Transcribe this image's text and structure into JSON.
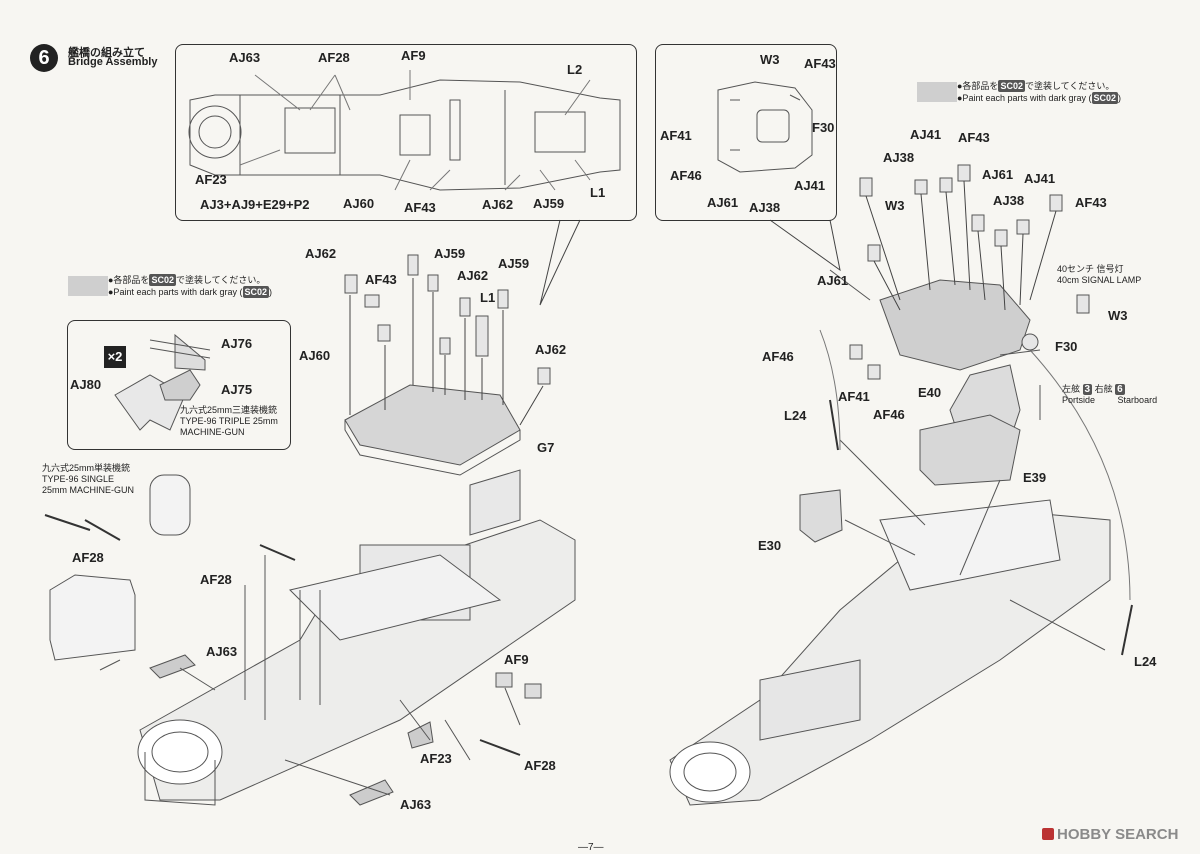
{
  "step": {
    "number": "6",
    "title_ja": "艦橋の組み立て",
    "title_en": "Bridge Assembly"
  },
  "paint_notes": {
    "left": {
      "ja_prefix": "●各部品を",
      "code": "SC02",
      "ja_suffix": "で塗装してください。",
      "en_prefix": "●Paint each parts with dark gray (",
      "en_suffix": ")"
    },
    "right": {
      "ja_prefix": "●各部品を",
      "code": "SC02",
      "ja_suffix": "で塗装してください。",
      "en_prefix": "●Paint each parts with dark gray (",
      "en_suffix": ")"
    }
  },
  "inset_top_left": {
    "labels": [
      "AJ63",
      "AF28",
      "AF9",
      "L2",
      "AF23",
      "AJ3+AJ9+E29+P2",
      "AJ60",
      "AF43",
      "AJ62",
      "AJ59",
      "L1"
    ]
  },
  "inset_top_right": {
    "labels": [
      "W3",
      "AF43",
      "F30",
      "AF41",
      "AF46",
      "AJ41",
      "AJ61",
      "AJ38"
    ]
  },
  "inset_mg": {
    "multiplier": "×2",
    "labels": [
      "AJ76",
      "AJ80",
      "AJ75"
    ],
    "caption_ja": "九六式25mm三連装機銃",
    "caption_en_1": "TYPE-96 TRIPLE 25mm",
    "caption_en_2": "MACHINE-GUN"
  },
  "single_mg_caption": {
    "ja": "九六式25mm単装機銃",
    "en_1": "TYPE-96 SINGLE",
    "en_2": "25mm MACHINE-GUN"
  },
  "left_main_labels": {
    "aj62_a": "AJ62",
    "af43": "AF43",
    "aj59_a": "AJ59",
    "aj62_b": "AJ62",
    "aj59_b": "AJ59",
    "l1": "L1",
    "aj60": "AJ60",
    "aj62_c": "AJ62",
    "g7": "G7",
    "af28_a": "AF28",
    "af28_b": "AF28",
    "aj63_a": "AJ63",
    "af9": "AF9",
    "af23": "AF23",
    "af28_c": "AF28",
    "aj63_b": "AJ63"
  },
  "right_main_labels": {
    "aj41_a": "AJ41",
    "af43_a": "AF43",
    "aj38_a": "AJ38",
    "aj61_a": "AJ61",
    "aj41_b": "AJ41",
    "w3_a": "W3",
    "aj38_b": "AJ38",
    "af43_b": "AF43",
    "aj61_b": "AJ61",
    "w3_b": "W3",
    "af46_a": "AF46",
    "f30": "F30",
    "af41": "AF41",
    "e40": "E40",
    "af46_b": "AF46",
    "l24_a": "L24",
    "e39": "E39",
    "e30": "E30",
    "l24_b": "L24"
  },
  "signal_lamp": {
    "ja": "40センチ 信号灯",
    "en": "40cm SIGNAL LAMP"
  },
  "side_note": {
    "portside_ja": "左舷",
    "portside_en": "Portside",
    "portside_num": "3",
    "starboard_ja": "右舷",
    "starboard_en": "Starboard",
    "starboard_num": "6"
  },
  "watermark": {
    "text": "HOBBY SEARCH"
  },
  "page_number": "—7—"
}
